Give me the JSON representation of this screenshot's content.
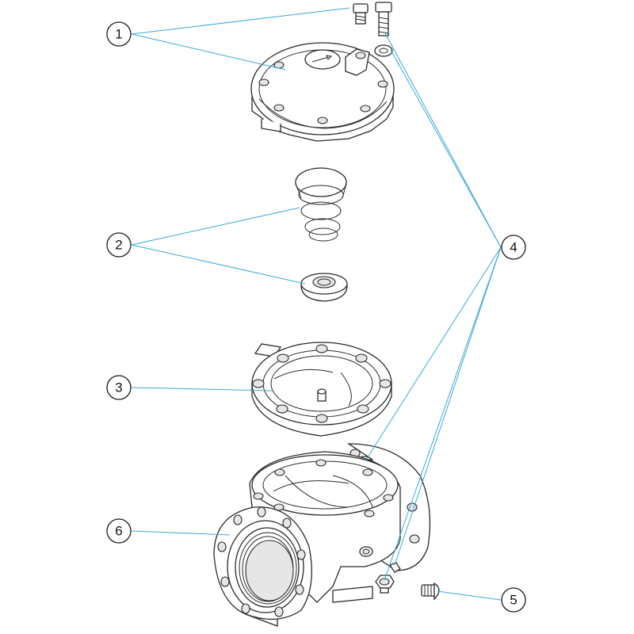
{
  "callouts": [
    {
      "id": "1",
      "label": "1"
    },
    {
      "id": "2",
      "label": "2"
    },
    {
      "id": "3",
      "label": "3"
    },
    {
      "id": "4",
      "label": "4"
    },
    {
      "id": "5",
      "label": "5"
    },
    {
      "id": "6",
      "label": "6"
    }
  ],
  "colors": {
    "leader": "#3aa8d8",
    "outline": "#2a2a2a",
    "background": "#ffffff"
  }
}
